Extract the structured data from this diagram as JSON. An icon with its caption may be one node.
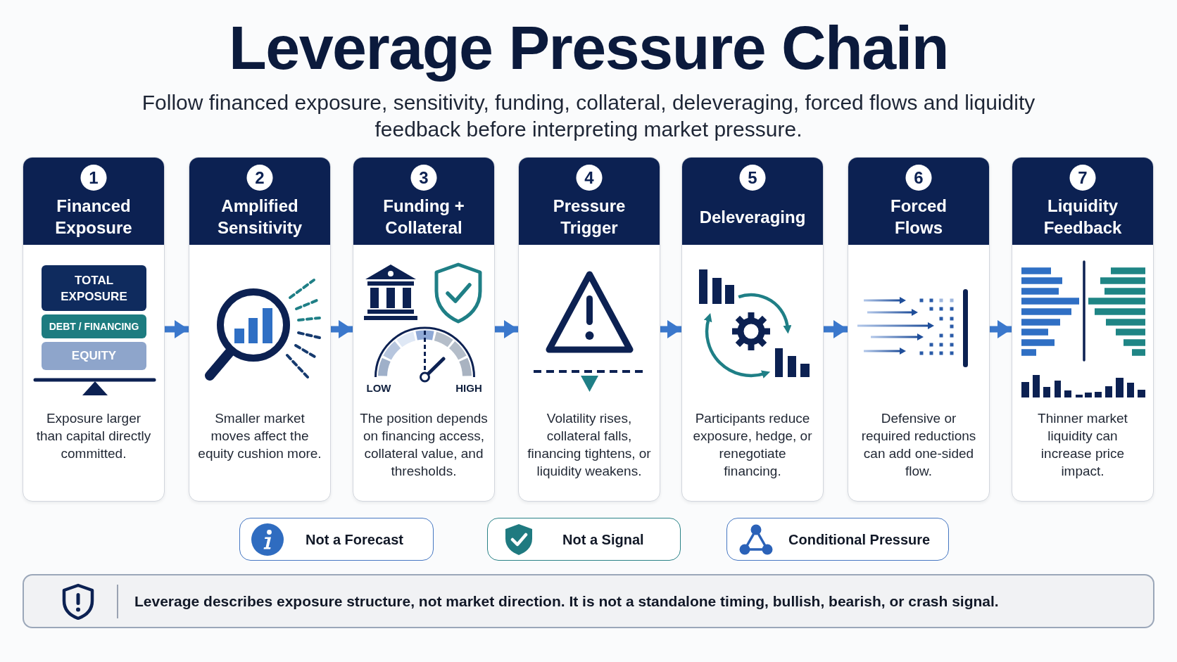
{
  "diagram": {
    "title": "Leverage Pressure Chain",
    "nodes": [
      {
        "text": [
          "1",
          "Financed Exposure",
          "Exposure larger than capital directly committed."
        ]
      },
      {
        "text": [
          "TOTAL EXPOSURE"
        ],
        "in": 0
      },
      {
        "text": [
          "DEBT / FINANCING"
        ],
        "in": 0
      },
      {
        "text": [
          "EQUITY"
        ],
        "in": 0
      },
      {
        "text": [
          "2",
          "Amplified Sensitivity",
          "Smaller market moves affect the equity cushion more."
        ]
      },
      {
        "text": [
          "3",
          "Funding + Collateral",
          "The position depends on financing access, collateral value, and thresholds."
        ]
      },
      {
        "text": [
          "4",
          "Pressure Trigger",
          "Volatility rises, collateral falls, financing tightens, or liquidity weakens."
        ]
      },
      {
        "text": [
          "5",
          "Deleveraging",
          "Participants reduce exposure, hedge, or renegotiate financing."
        ]
      },
      {
        "text": [
          "6",
          "Forced Flows",
          "Defensive or required reductions can add one-sided flow."
        ]
      },
      {
        "text": [
          "7",
          "Liquidity Feedback",
          "Thinner market liquidity can increase price impact."
        ]
      },
      {
        "text": [
          "Not a Forecast"
        ]
      },
      {
        "text": [
          "Not a Signal"
        ]
      },
      {
        "text": [
          "Conditional Pressure"
        ]
      },
      {
        "text": [
          "Leverage describes exposure structure, not market direction. It is not a standalone timing, bullish, bearish, or crash signal."
        ]
      }
    ],
    "edges": [
      {
        "from": 0,
        "to": 4,
        "arrow": "to"
      },
      {
        "from": 4,
        "to": 5,
        "arrow": "to"
      },
      {
        "from": 5,
        "to": 6,
        "arrow": "to"
      },
      {
        "from": 6,
        "to": 7,
        "arrow": "to"
      },
      {
        "from": 7,
        "to": 8,
        "arrow": "to"
      },
      {
        "from": 8,
        "to": 9,
        "arrow": "to"
      }
    ],
    "labels": [
      "Follow financed exposure, sensitivity, funding, collateral, deleveraging, forced flows and liquidity feedback before interpreting market pressure.",
      "LOW",
      "HIGH"
    ]
  }
}
